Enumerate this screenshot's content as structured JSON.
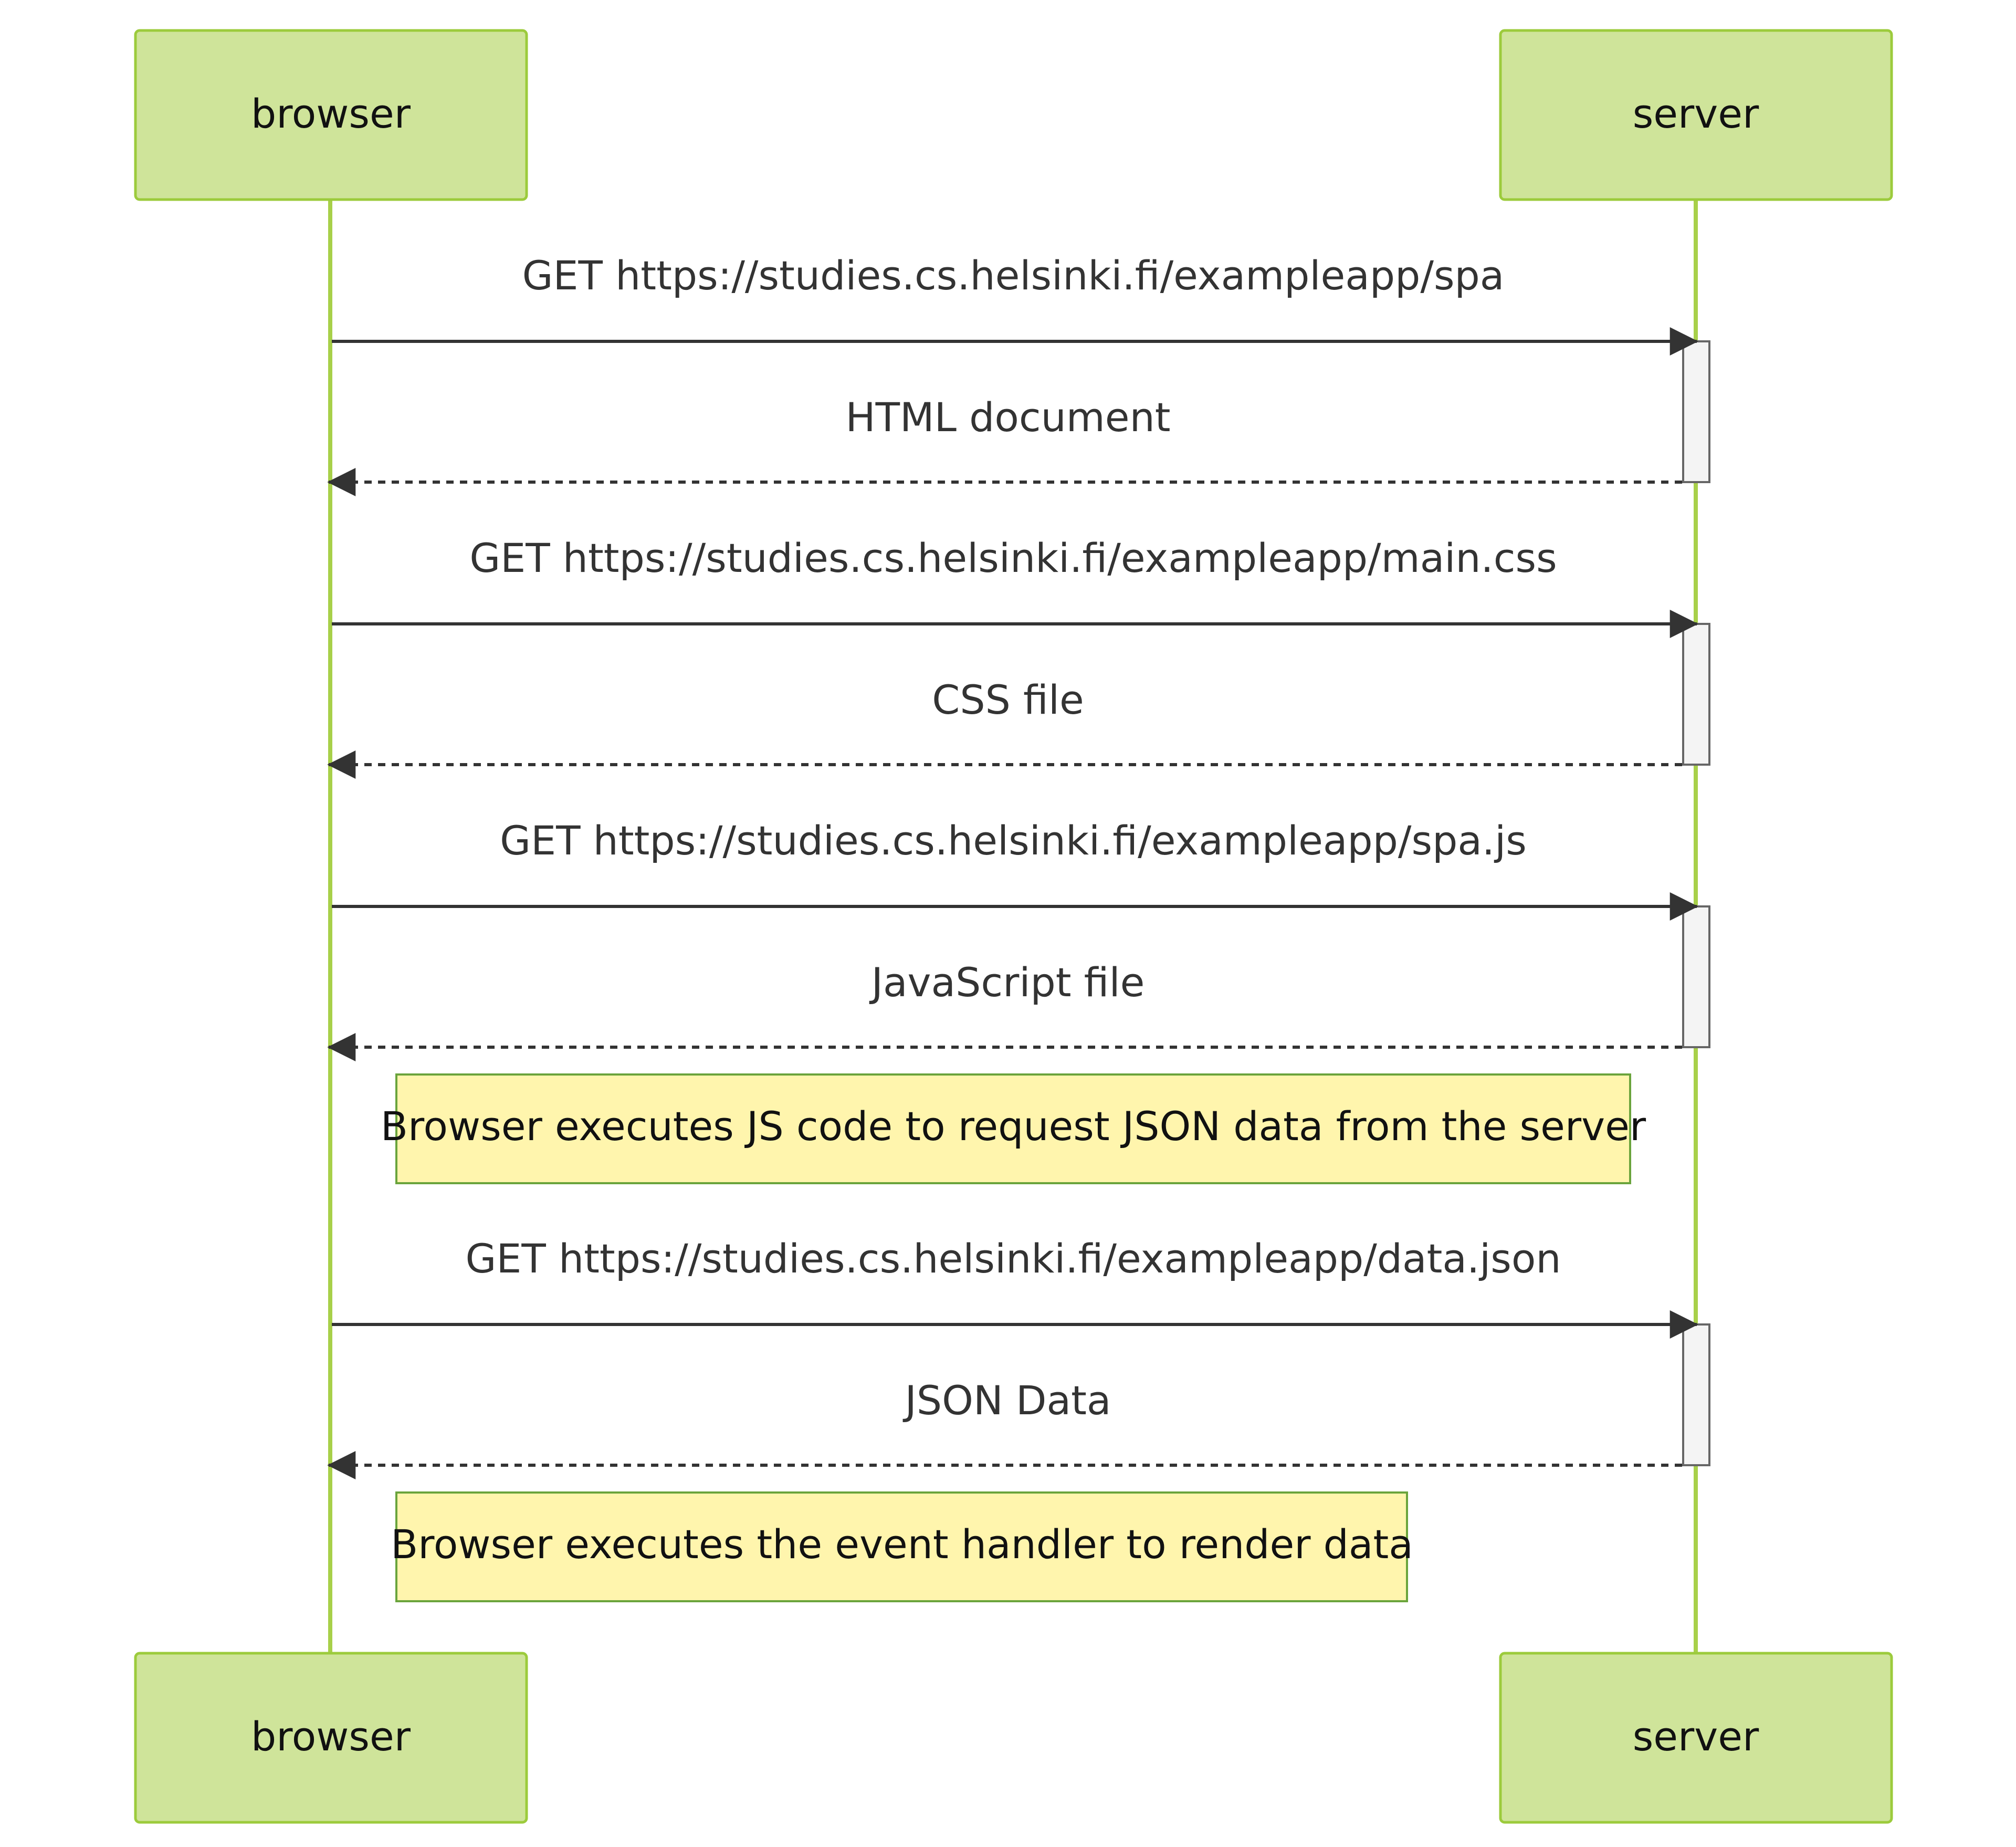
{
  "participants": [
    {
      "id": "browser",
      "label": "browser"
    },
    {
      "id": "server",
      "label": "server"
    }
  ],
  "messages": [
    {
      "label": "GET https://studies.cs.helsinki.fi/exampleapp/spa",
      "from": "browser",
      "to": "server",
      "style": "solid"
    },
    {
      "label": "HTML document",
      "from": "server",
      "to": "browser",
      "style": "dashed"
    },
    {
      "label": "GET https://studies.cs.helsinki.fi/exampleapp/main.css",
      "from": "browser",
      "to": "server",
      "style": "solid"
    },
    {
      "label": "CSS file",
      "from": "server",
      "to": "browser",
      "style": "dashed"
    },
    {
      "label": "GET https://studies.cs.helsinki.fi/exampleapp/spa.js",
      "from": "browser",
      "to": "server",
      "style": "solid"
    },
    {
      "label": "JavaScript file",
      "from": "server",
      "to": "browser",
      "style": "dashed"
    },
    {
      "label": "GET https://studies.cs.helsinki.fi/exampleapp/data.json",
      "from": "browser",
      "to": "server",
      "style": "solid"
    },
    {
      "label": "JSON Data",
      "from": "server",
      "to": "browser",
      "style": "dashed"
    }
  ],
  "notes": [
    {
      "text": "Browser executes JS code to request JSON data from the server",
      "after_message": 6
    },
    {
      "text": "Browser executes the event handler to render data",
      "after_message": 8
    }
  ],
  "colors": {
    "actor_fill": "#cfe49a",
    "actor_border": "#9ccb3c",
    "lifeline": "#a8d04a",
    "note_fill": "#fff5ad",
    "note_border": "#6aa43c",
    "arrow": "#333333",
    "activation_fill": "#f4f4f4"
  }
}
